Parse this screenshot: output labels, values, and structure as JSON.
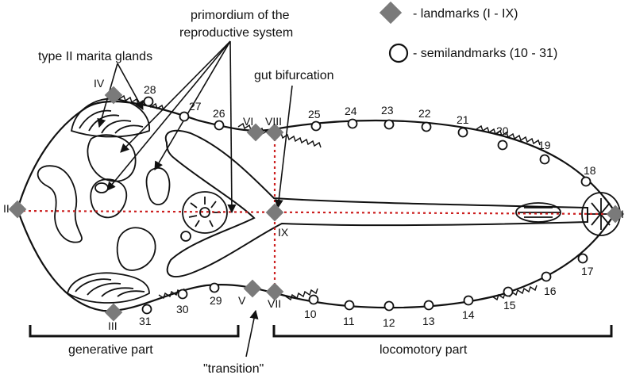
{
  "labels": {
    "primordium_line1": "primordium of the",
    "primordium_line2": "reproductive system",
    "marita_glands": "type II marita glands",
    "gut_bifurcation": "gut bifurcation",
    "generative_part": "generative part",
    "locomotory_part": "locomotory part",
    "transition": "\"transition\""
  },
  "legend": {
    "landmarks": "- landmarks (I - IX)",
    "semilandmarks": "- semilandmarks (10 - 31)"
  },
  "landmarks": [
    "I",
    "II",
    "III",
    "IV",
    "V",
    "VI",
    "VII",
    "VIII",
    "IX"
  ],
  "semilandmarks": [
    "10",
    "11",
    "12",
    "13",
    "14",
    "15",
    "16",
    "17",
    "18",
    "19",
    "20",
    "21",
    "22",
    "23",
    "24",
    "25",
    "26",
    "27",
    "28",
    "29",
    "30",
    "31"
  ],
  "colors": {
    "landmark_fill": "#7a7a7a",
    "axis_line": "#cc1f1f",
    "outline": "#111111"
  }
}
